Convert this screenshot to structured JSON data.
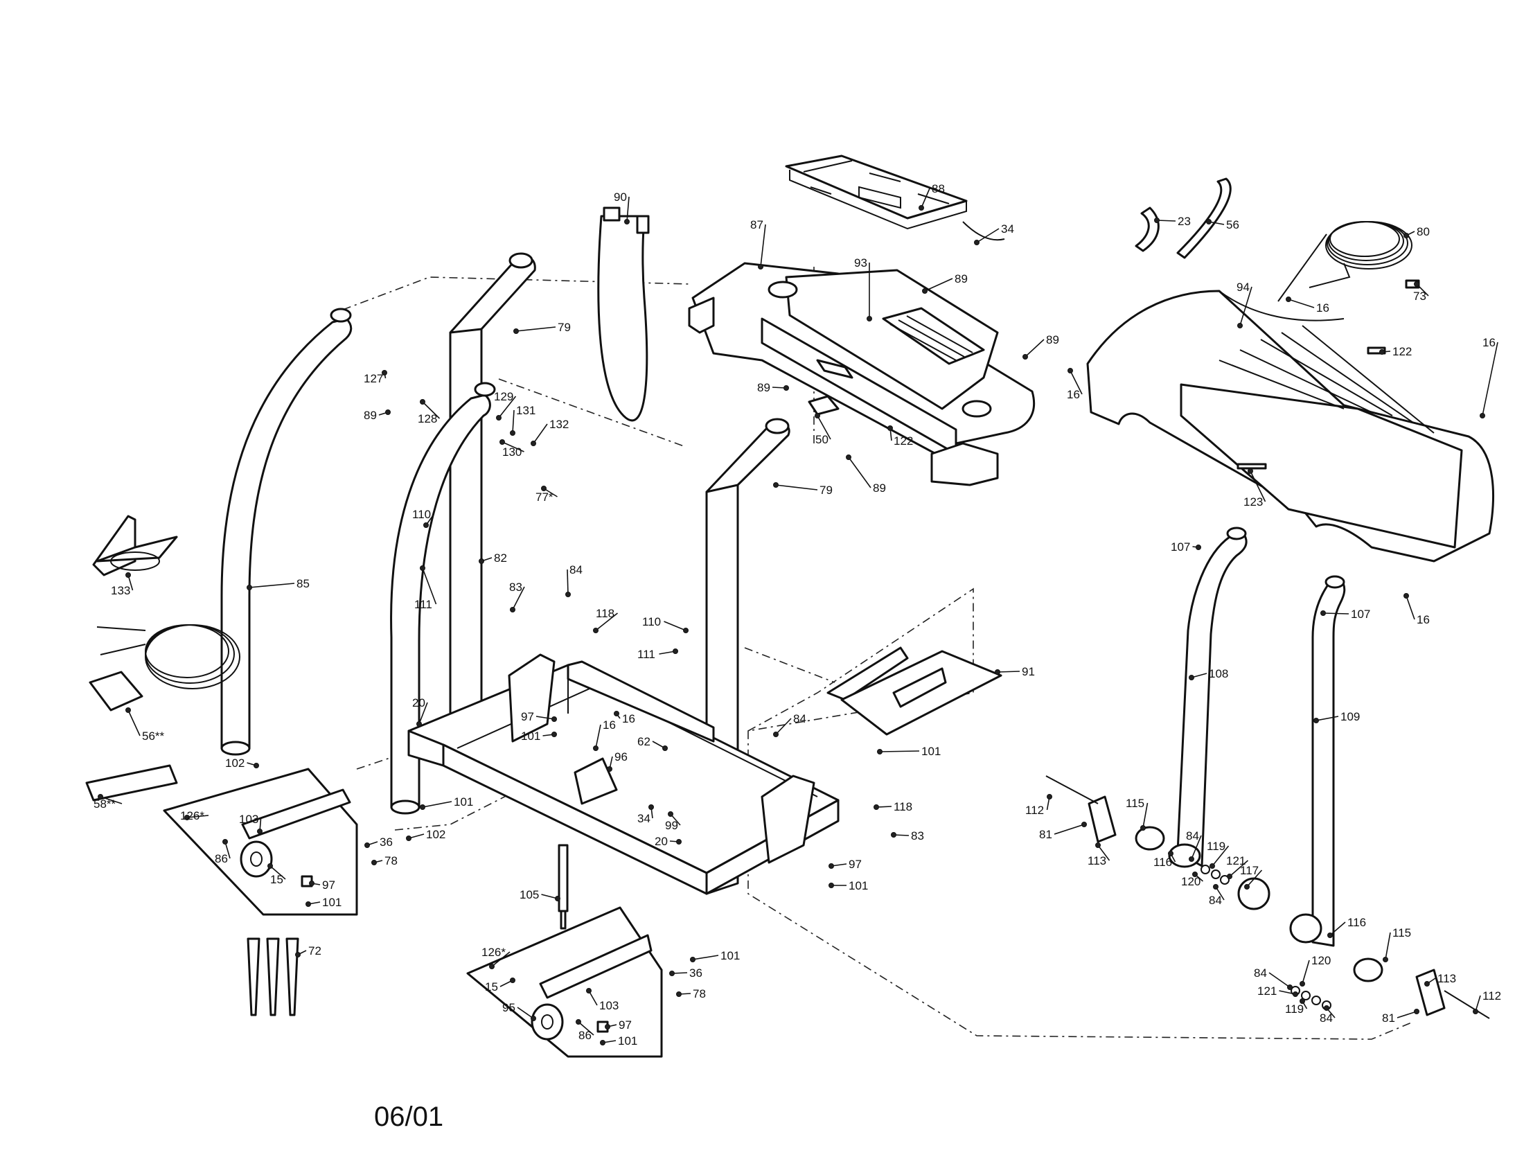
{
  "diagram": {
    "date_code": "06/01",
    "callouts": [
      {
        "id": "c-90",
        "label": "90"
      },
      {
        "id": "c-88",
        "label": "88"
      },
      {
        "id": "c-34a",
        "label": "34"
      },
      {
        "id": "c-23",
        "label": "23"
      },
      {
        "id": "c-56",
        "label": "56"
      },
      {
        "id": "c-80",
        "label": "80"
      },
      {
        "id": "c-87",
        "label": "87"
      },
      {
        "id": "c-93",
        "label": "93"
      },
      {
        "id": "c-89a",
        "label": "89"
      },
      {
        "id": "c-89b",
        "label": "89"
      },
      {
        "id": "c-89c",
        "label": "89"
      },
      {
        "id": "c-89d",
        "label": "89"
      },
      {
        "id": "c-89e",
        "label": "89"
      },
      {
        "id": "c-73",
        "label": "73"
      },
      {
        "id": "c-94",
        "label": "94"
      },
      {
        "id": "c-16a",
        "label": "16"
      },
      {
        "id": "c-16b",
        "label": "16"
      },
      {
        "id": "c-16c",
        "label": "16"
      },
      {
        "id": "c-16d",
        "label": "16"
      },
      {
        "id": "c-16e",
        "label": "16"
      },
      {
        "id": "c-122a",
        "label": "122"
      },
      {
        "id": "c-122b",
        "label": "122"
      },
      {
        "id": "c-79a",
        "label": "79"
      },
      {
        "id": "c-79b",
        "label": "79"
      },
      {
        "id": "c-127",
        "label": "127"
      },
      {
        "id": "c-128",
        "label": "128"
      },
      {
        "id": "c-129",
        "label": "129"
      },
      {
        "id": "c-131",
        "label": "131"
      },
      {
        "id": "c-132",
        "label": "132"
      },
      {
        "id": "c-130",
        "label": "130"
      },
      {
        "id": "c-77",
        "label": "77*"
      },
      {
        "id": "c-50",
        "label": "50"
      },
      {
        "id": "c-123",
        "label": "123"
      },
      {
        "id": "c-107a",
        "label": "107"
      },
      {
        "id": "c-107b",
        "label": "107"
      },
      {
        "id": "c-133",
        "label": "133"
      },
      {
        "id": "c-110a",
        "label": "110"
      },
      {
        "id": "c-111a",
        "label": "111"
      },
      {
        "id": "c-82",
        "label": "82"
      },
      {
        "id": "c-85",
        "label": "85"
      },
      {
        "id": "c-83a",
        "label": "83"
      },
      {
        "id": "c-84a",
        "label": "84"
      },
      {
        "id": "c-118a",
        "label": "118"
      },
      {
        "id": "c-110b",
        "label": "110"
      },
      {
        "id": "c-111b",
        "label": "111"
      },
      {
        "id": "c-91",
        "label": "91"
      },
      {
        "id": "c-108",
        "label": "108"
      },
      {
        "id": "c-109",
        "label": "109"
      },
      {
        "id": "c-56b",
        "label": "56**"
      },
      {
        "id": "c-20a",
        "label": "20"
      },
      {
        "id": "c-97a",
        "label": "97"
      },
      {
        "id": "c-101a",
        "label": "101"
      },
      {
        "id": "c-16f",
        "label": "16"
      },
      {
        "id": "c-62",
        "label": "62"
      },
      {
        "id": "c-96",
        "label": "96"
      },
      {
        "id": "c-84b",
        "label": "84"
      },
      {
        "id": "c-101b",
        "label": "101"
      },
      {
        "id": "c-102a",
        "label": "102"
      },
      {
        "id": "c-58",
        "label": "58**"
      },
      {
        "id": "c-126a",
        "label": "126*"
      },
      {
        "id": "c-103a",
        "label": "103"
      },
      {
        "id": "c-86a",
        "label": "86"
      },
      {
        "id": "c-15a",
        "label": "15"
      },
      {
        "id": "c-97b",
        "label": "97"
      },
      {
        "id": "c-101c",
        "label": "101"
      },
      {
        "id": "c-36a",
        "label": "36"
      },
      {
        "id": "c-78a",
        "label": "78"
      },
      {
        "id": "c-102b",
        "label": "102"
      },
      {
        "id": "c-101d",
        "label": "101"
      },
      {
        "id": "c-34b",
        "label": "34"
      },
      {
        "id": "c-99",
        "label": "99"
      },
      {
        "id": "c-20b",
        "label": "20"
      },
      {
        "id": "c-118b",
        "label": "118"
      },
      {
        "id": "c-83b",
        "label": "83"
      },
      {
        "id": "c-97c",
        "label": "97"
      },
      {
        "id": "c-101e",
        "label": "101"
      },
      {
        "id": "c-112a",
        "label": "112"
      },
      {
        "id": "c-81a",
        "label": "81"
      },
      {
        "id": "c-113a",
        "label": "113"
      },
      {
        "id": "c-115a",
        "label": "115"
      },
      {
        "id": "c-116a",
        "label": "116"
      },
      {
        "id": "c-84c",
        "label": "84"
      },
      {
        "id": "c-119a",
        "label": "119"
      },
      {
        "id": "c-121a",
        "label": "121"
      },
      {
        "id": "c-120a",
        "label": "120"
      },
      {
        "id": "c-84d",
        "label": "84"
      },
      {
        "id": "c-117",
        "label": "117"
      },
      {
        "id": "c-105",
        "label": "105"
      },
      {
        "id": "c-72",
        "label": "72"
      },
      {
        "id": "c-101f",
        "label": "101"
      },
      {
        "id": "c-126b",
        "label": "126*"
      },
      {
        "id": "c-15b",
        "label": "15"
      },
      {
        "id": "c-95",
        "label": "95"
      },
      {
        "id": "c-103b",
        "label": "103"
      },
      {
        "id": "c-36b",
        "label": "36"
      },
      {
        "id": "c-78b",
        "label": "78"
      },
      {
        "id": "c-97d",
        "label": "97"
      },
      {
        "id": "c-86b",
        "label": "86"
      },
      {
        "id": "c-101g",
        "label": "101"
      },
      {
        "id": "c-116b",
        "label": "116"
      },
      {
        "id": "c-115b",
        "label": "115"
      },
      {
        "id": "c-120b",
        "label": "120"
      },
      {
        "id": "c-84e",
        "label": "84"
      },
      {
        "id": "c-121b",
        "label": "121"
      },
      {
        "id": "c-119b",
        "label": "119"
      },
      {
        "id": "c-84f",
        "label": "84"
      },
      {
        "id": "c-113b",
        "label": "113"
      },
      {
        "id": "c-112b",
        "label": "112"
      },
      {
        "id": "c-81b",
        "label": "81"
      }
    ]
  }
}
